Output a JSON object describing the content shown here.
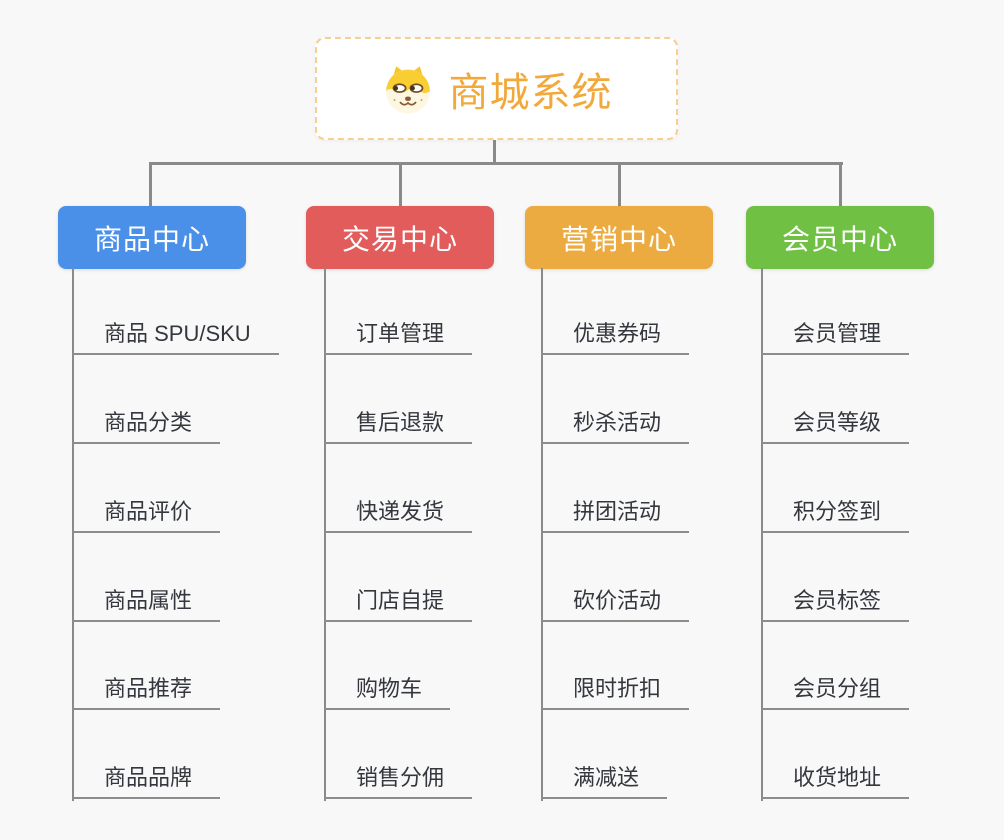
{
  "page": {
    "background_color": "#f8f8f8",
    "connector_color": "#8a8a8a"
  },
  "root": {
    "title": "商城系统",
    "icon": "shiba-dog-icon",
    "title_color": "#f2a93c",
    "border_color": "#f6cf95"
  },
  "branches": [
    {
      "label": "商品中心",
      "color": "#4b90e8",
      "items": [
        "商品 SPU/SKU",
        "商品分类",
        "商品评价",
        "商品属性",
        "商品推荐",
        "商品品牌"
      ]
    },
    {
      "label": "交易中心",
      "color": "#e25c5c",
      "items": [
        "订单管理",
        "售后退款",
        "快递发货",
        "门店自提",
        "购物车",
        "销售分佣"
      ]
    },
    {
      "label": "营销中心",
      "color": "#ebab40",
      "items": [
        "优惠券码",
        "秒杀活动",
        "拼团活动",
        "砍价活动",
        "限时折扣",
        "满减送"
      ]
    },
    {
      "label": "会员中心",
      "color": "#70c043",
      "items": [
        "会员管理",
        "会员等级",
        "积分签到",
        "会员标签",
        "会员分组",
        "收货地址"
      ]
    }
  ]
}
